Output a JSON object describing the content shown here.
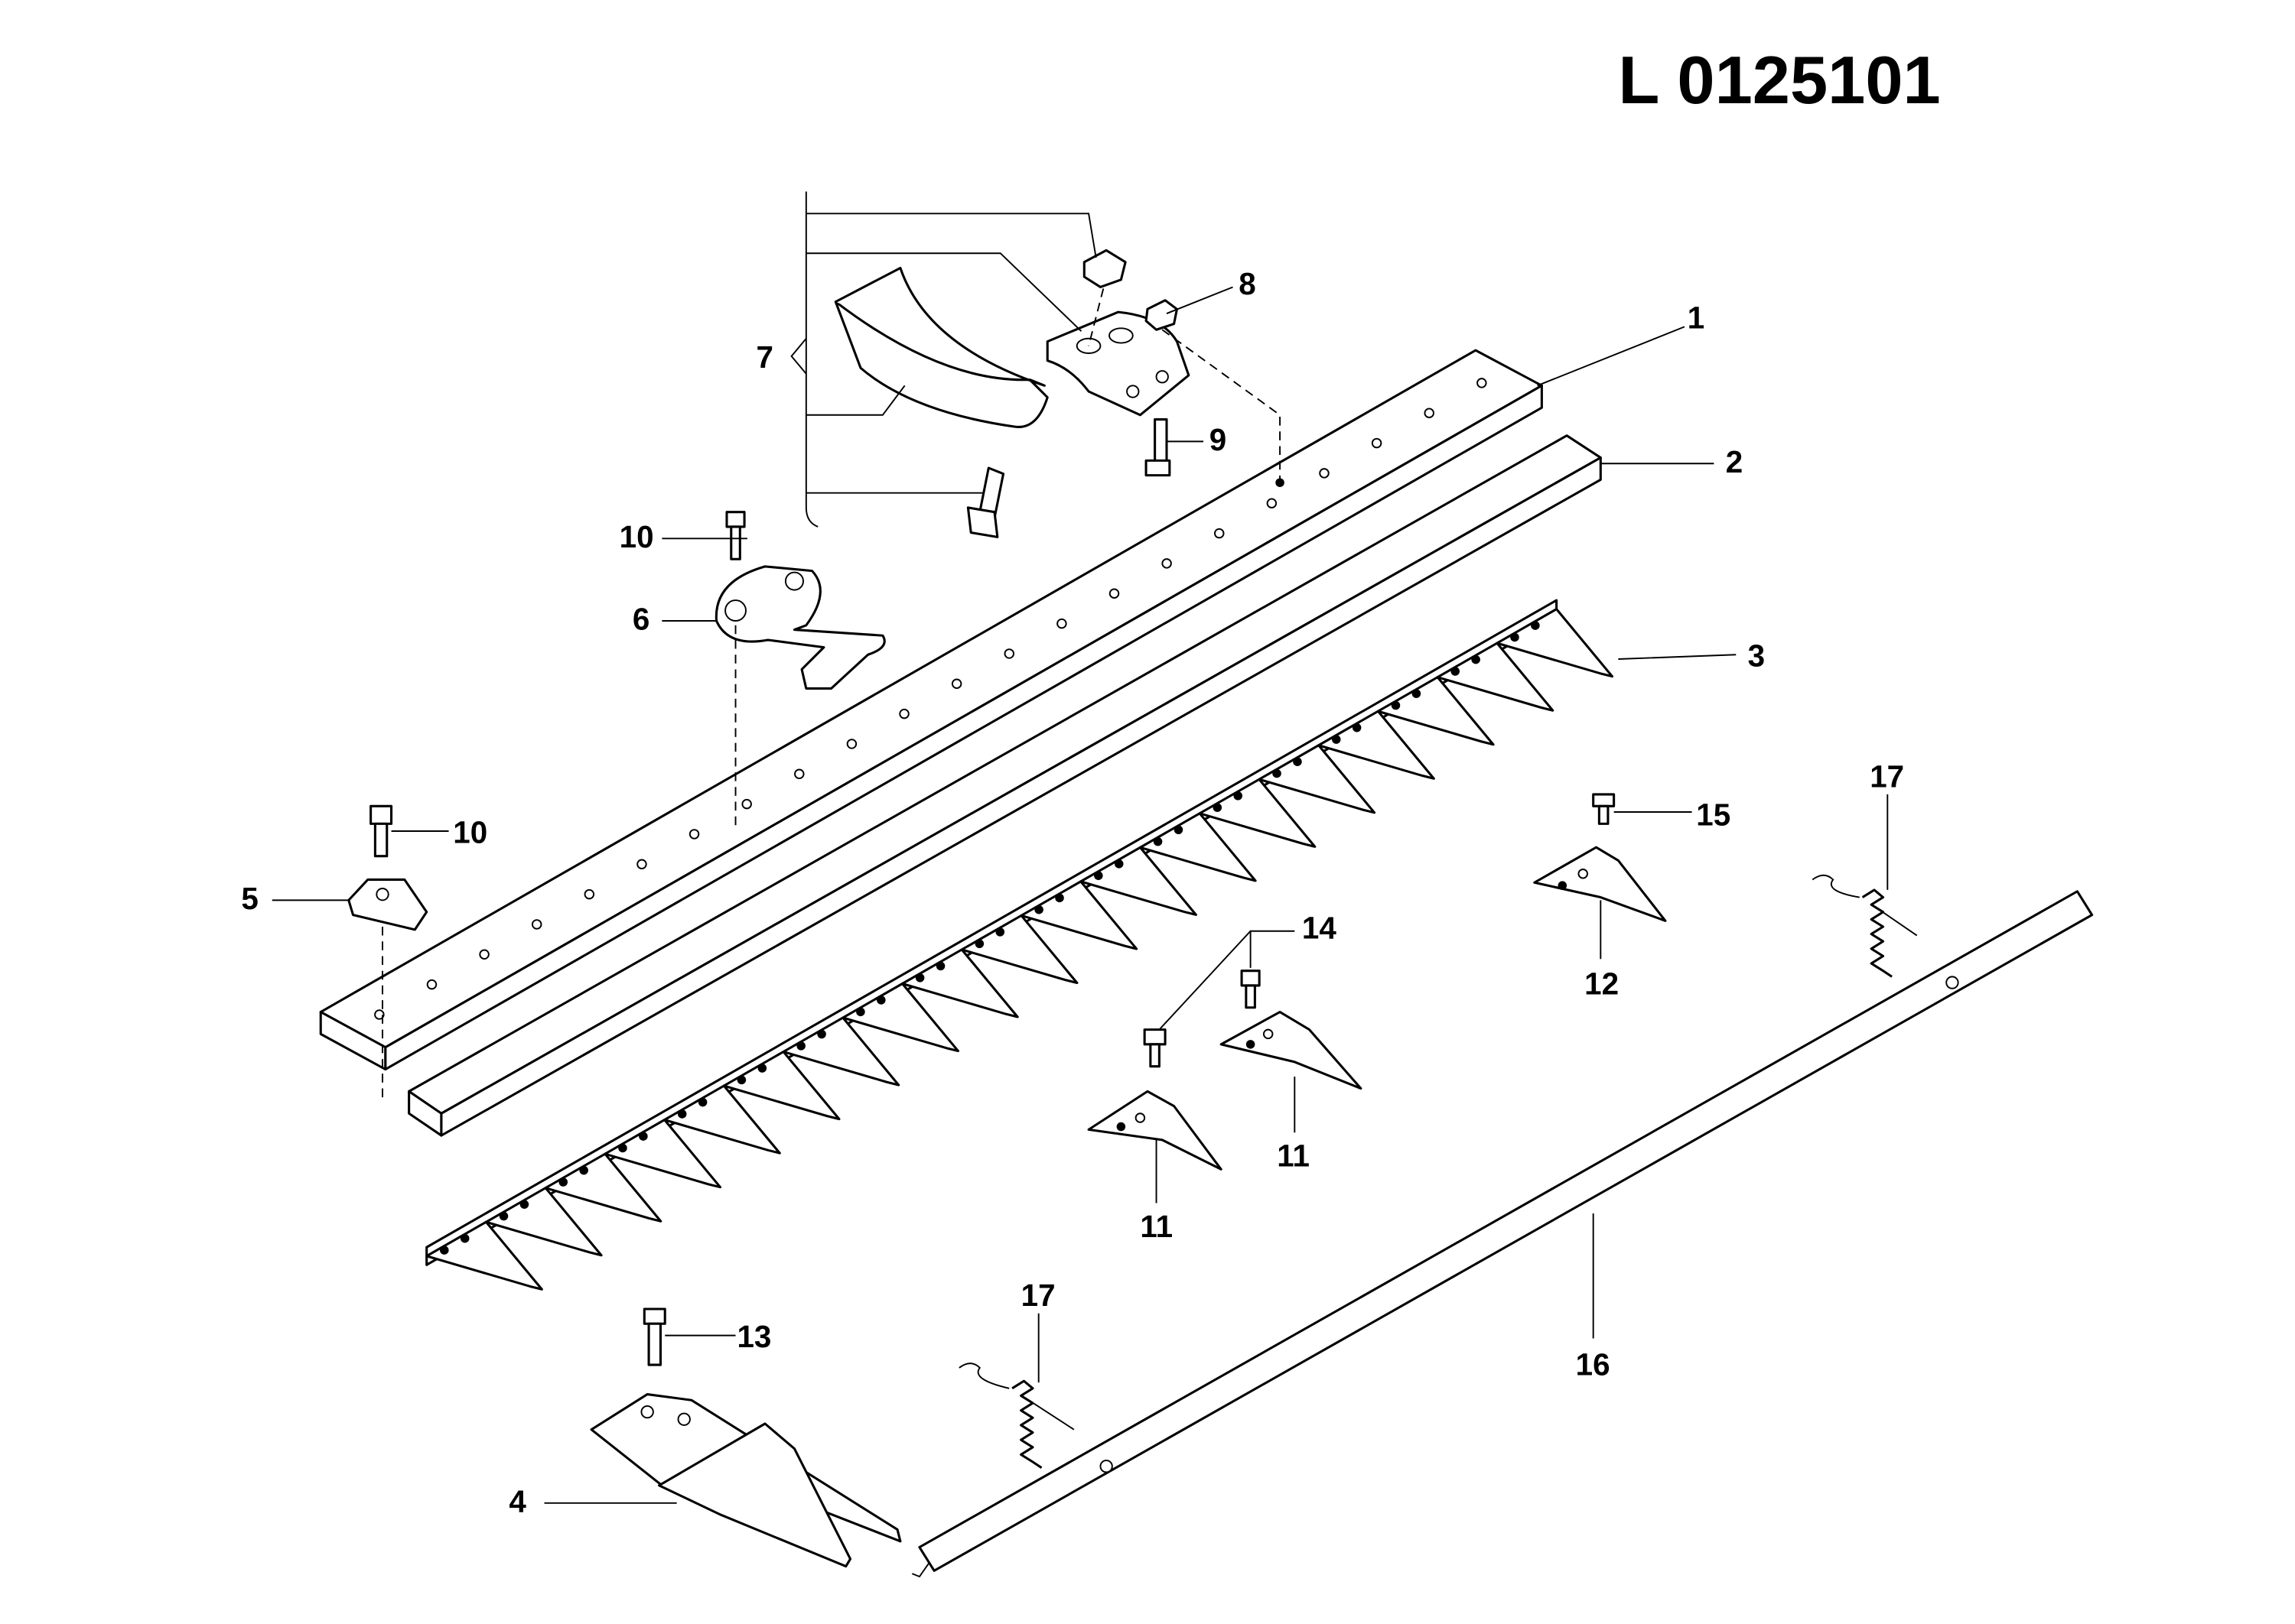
{
  "title": "L 0125101",
  "callouts": {
    "c1": "1",
    "c2": "2",
    "c3": "3",
    "c4": "4",
    "c5": "5",
    "c6": "6",
    "c7": "7",
    "c8": "8",
    "c9": "9",
    "c10a": "10",
    "c10b": "10",
    "c11a": "11",
    "c11b": "11",
    "c12": "12",
    "c13": "13",
    "c14": "14",
    "c15": "15",
    "c16": "16",
    "c17a": "17",
    "c17b": "17"
  },
  "knife_sections": 19
}
